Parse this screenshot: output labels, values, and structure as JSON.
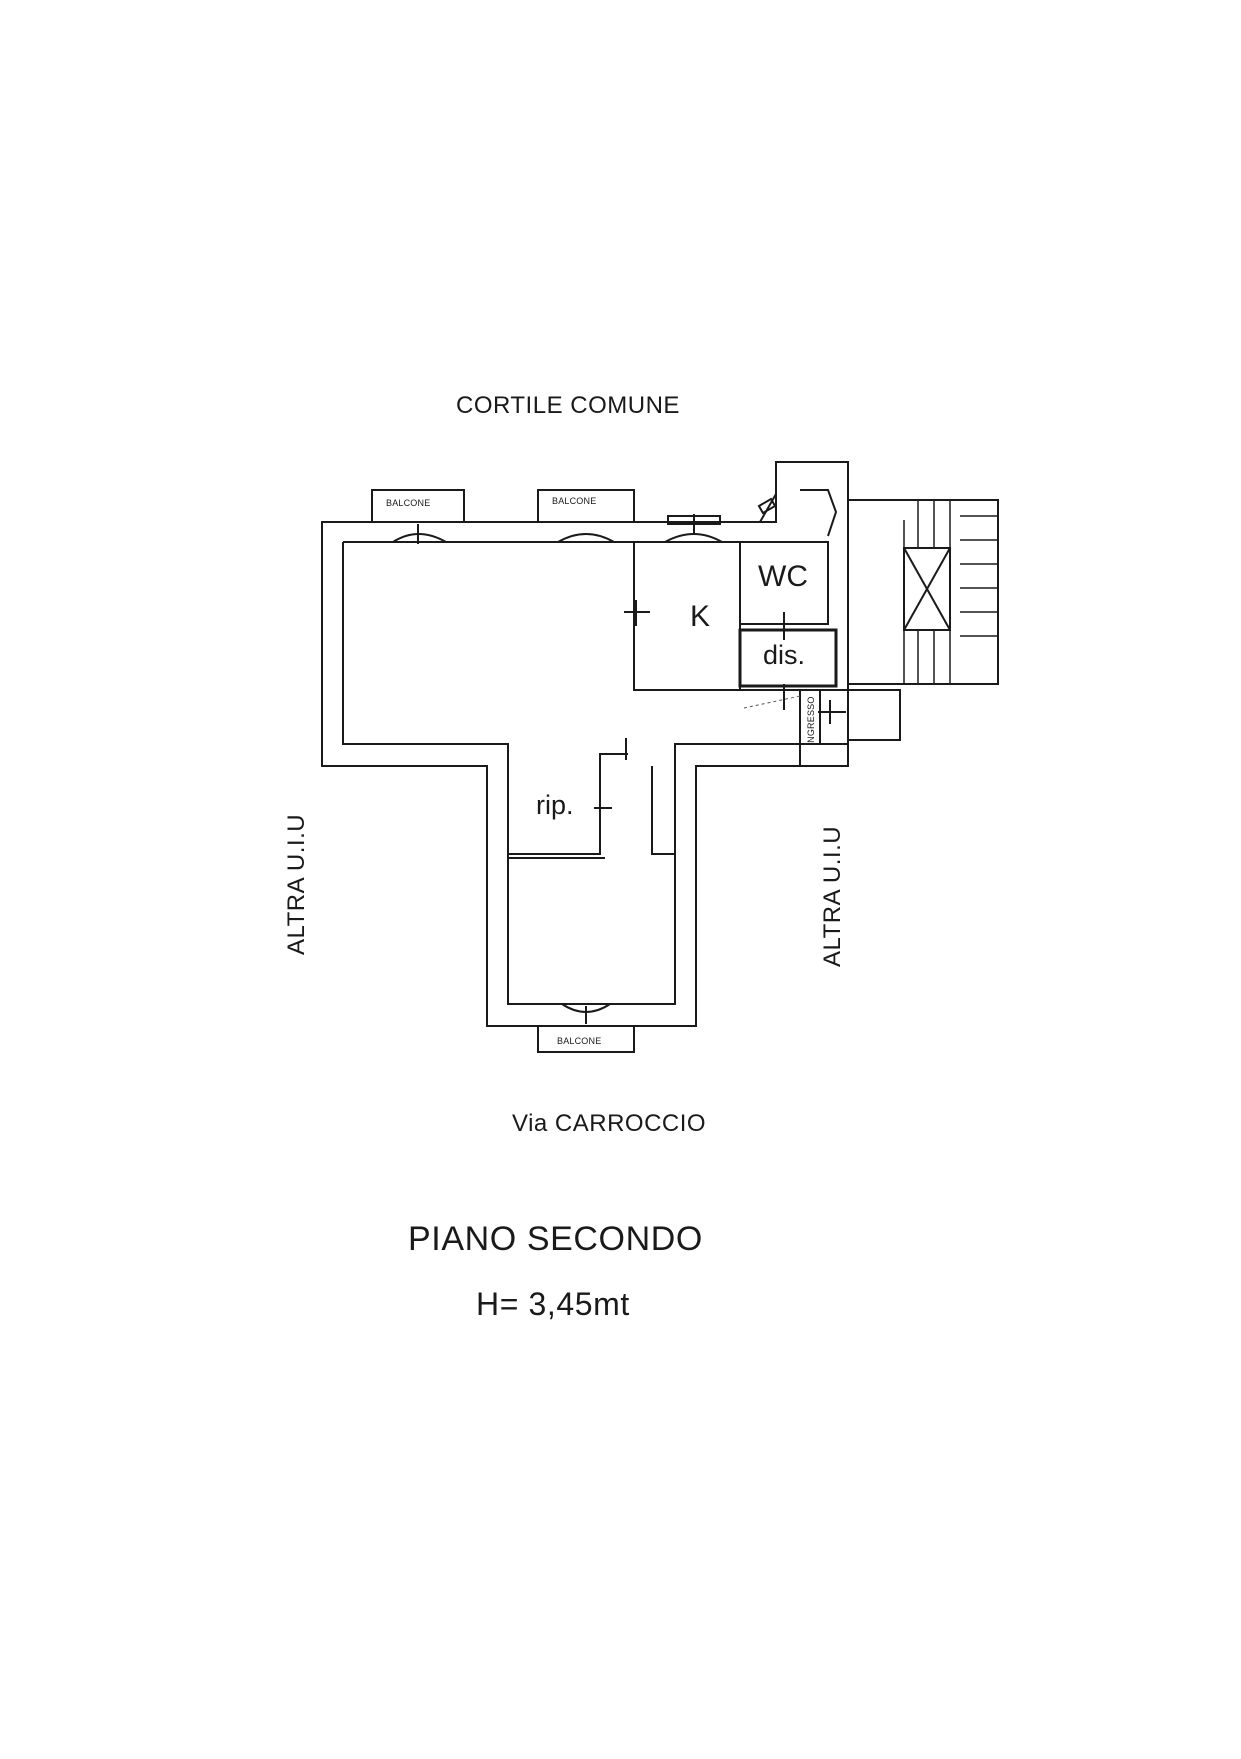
{
  "labels": {
    "courtyard": "CORTILE COMUNE",
    "street": "Via CARROCCIO",
    "floor": "PIANO SECONDO",
    "height": "H= 3,45mt",
    "other_unit_left": "ALTRA U.I.U",
    "other_unit_right": "ALTRA U.I.U",
    "entrance": "INGRESSO"
  },
  "rooms": {
    "kitchen": "K",
    "wc": "WC",
    "corridor": "dis.",
    "storage": "rip."
  },
  "balconies": {
    "top_left": "BALCONE",
    "top_center": "BALCONE",
    "bottom": "BALCONE"
  }
}
